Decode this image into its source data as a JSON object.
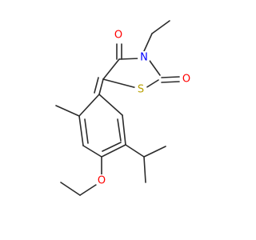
{
  "molecule": {
    "atoms": {
      "o_top": {
        "symbol": "O",
        "color": "#ff0000"
      },
      "n": {
        "symbol": "N",
        "color": "#0000ff"
      },
      "o_right": {
        "symbol": "O",
        "color": "#ff0000"
      },
      "s": {
        "symbol": "S",
        "color": "#b8a000"
      },
      "o_ether": {
        "symbol": "O",
        "color": "#ff0000"
      }
    },
    "bond_color": "#2b2b2b"
  }
}
